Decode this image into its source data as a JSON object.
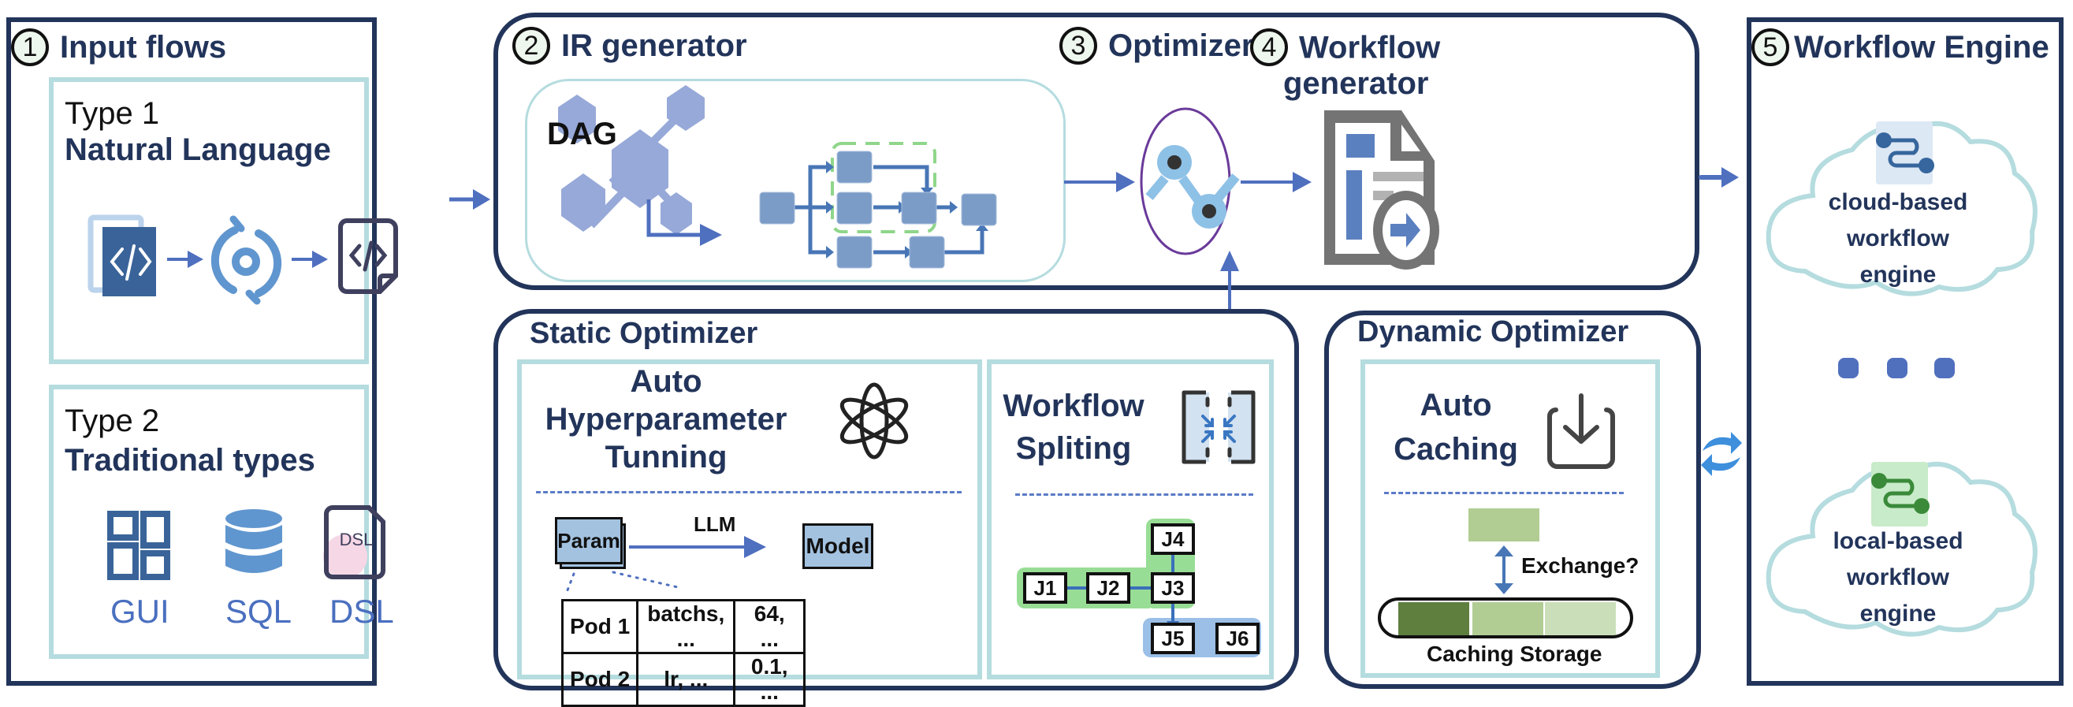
{
  "input_flows": {
    "number": "1",
    "title": "Input flows",
    "type1": {
      "label": "Type 1",
      "name": "Natural Language",
      "icons": [
        "code-document-icon",
        "convert-cycle-icon",
        "code-file-icon"
      ]
    },
    "type2": {
      "label": "Type 2",
      "name": "Traditional types",
      "items": [
        {
          "icon": "grid-icon",
          "label": "GUI"
        },
        {
          "icon": "database-icon",
          "label": "SQL"
        },
        {
          "icon": "dsl-file-icon",
          "label": "DSL",
          "icon_text": "DSL"
        }
      ]
    }
  },
  "ir_generator": {
    "number": "2",
    "title": "IR generator",
    "dag_label": "DAG"
  },
  "optimizer": {
    "number": "3",
    "title": "Optimizer"
  },
  "workflow_generator": {
    "number": "4",
    "title_line1": "Workflow",
    "title_line2": "generator"
  },
  "static_optimizer": {
    "title": "Static Optimizer",
    "hyperparameter": {
      "title_lines": [
        "Auto",
        "Hyperparameter",
        "Tunning"
      ],
      "param_label": "Param",
      "arrow_label": "LLM",
      "model_label": "Model",
      "table": [
        [
          "Pod 1",
          "batchs, ...",
          "64, ..."
        ],
        [
          "Pod 2",
          "lr, ...",
          "0.1, ..."
        ]
      ]
    },
    "splitting": {
      "title_lines": [
        "Workflow",
        "Spliting"
      ],
      "jobs": [
        "J1",
        "J2",
        "J3",
        "J4",
        "J5",
        "J6"
      ]
    }
  },
  "dynamic_optimizer": {
    "title": "Dynamic Optimizer",
    "caching": {
      "title_lines": [
        "Auto",
        "Caching"
      ],
      "exchange_label": "Exchange?",
      "storage_label": "Caching Storage",
      "storage_colors": [
        "#5e7f3e",
        "#b1cd93",
        "#cadfb9"
      ],
      "item_color": "#b1cd93"
    }
  },
  "workflow_engine": {
    "number": "5",
    "title": "Workflow Engine",
    "cloud": {
      "lines": [
        "cloud-based",
        "workflow",
        "engine"
      ]
    },
    "local": {
      "lines": [
        "local-based",
        "workflow",
        "engine"
      ]
    },
    "ellipsis_dots": 3
  },
  "colors": {
    "navy": "#22345a",
    "teal_border": "#b5dcdf",
    "arrow_blue": "#4f6fbf",
    "node_blue": "#7c9cc8",
    "hex_blue": "#97a9d8",
    "dashed_green": "#8fd68a",
    "sync_blue": "#3e8fdc"
  }
}
